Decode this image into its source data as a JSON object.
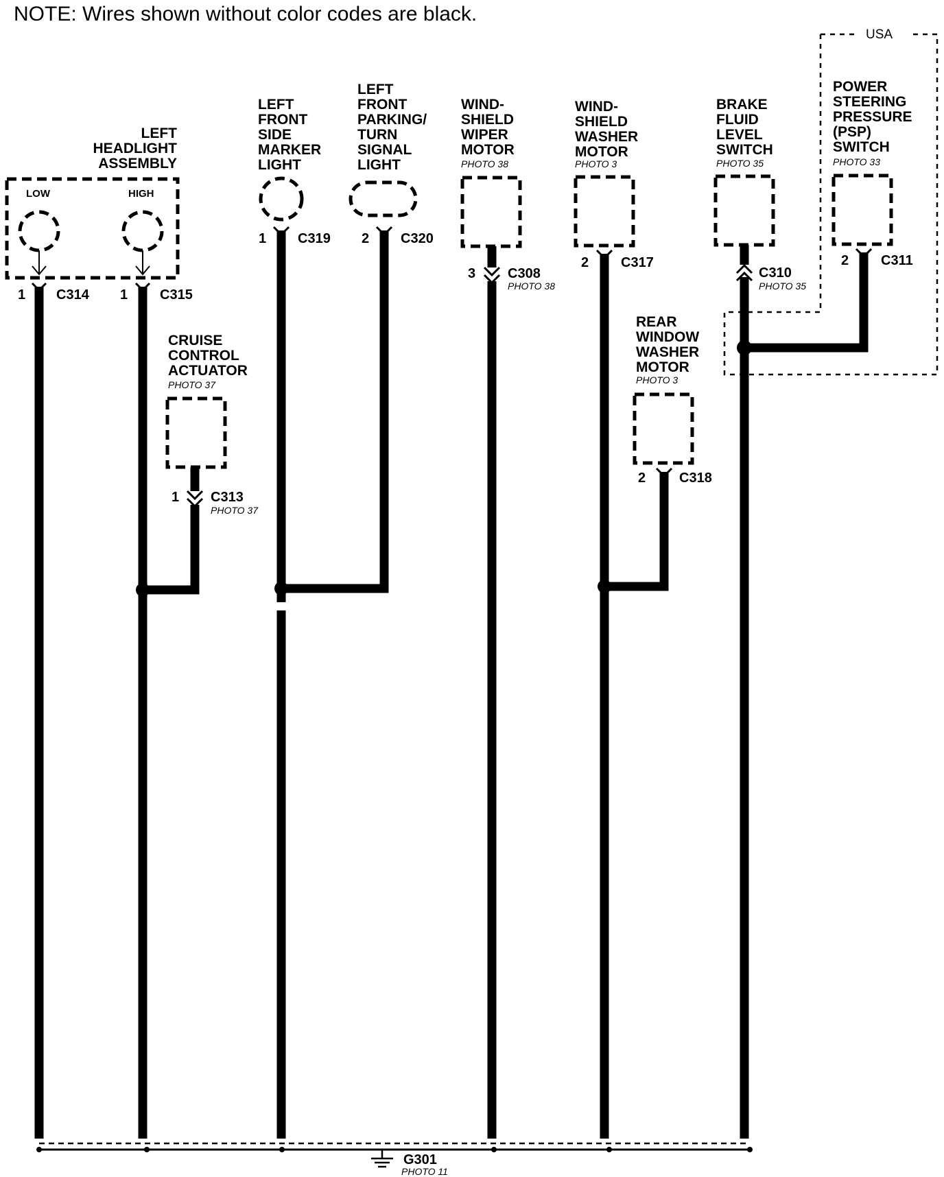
{
  "note": "NOTE: Wires shown without color codes are black.",
  "usa_label": "USA",
  "headlight": {
    "lines": [
      "LEFT",
      "HEADLIGHT",
      "ASSEMBLY"
    ],
    "low": "LOW",
    "high": "HIGH",
    "low_pin": "1",
    "low_connector": "C314",
    "high_pin": "1",
    "high_connector": "C315"
  },
  "cruise": {
    "lines": [
      "CRUISE",
      "CONTROL",
      "ACTUATOR"
    ],
    "photo": "PHOTO 37",
    "pin": "1",
    "connector": "C313",
    "connector_photo": "PHOTO 37"
  },
  "side_marker": {
    "lines": [
      "LEFT",
      "FRONT",
      "SIDE",
      "MARKER",
      "LIGHT"
    ],
    "pin": "1",
    "connector": "C319"
  },
  "parking": {
    "lines": [
      "LEFT",
      "FRONT",
      "PARKING/",
      "TURN",
      "SIGNAL",
      "LIGHT"
    ],
    "pin": "2",
    "connector": "C320"
  },
  "wiper": {
    "lines": [
      "WIND-",
      "SHIELD",
      "WIPER",
      "MOTOR"
    ],
    "photo": "PHOTO 38",
    "pin": "3",
    "connector": "C308",
    "connector_photo": "PHOTO 38"
  },
  "washer": {
    "lines": [
      "WIND-",
      "SHIELD",
      "WASHER",
      "MOTOR"
    ],
    "photo": "PHOTO 3",
    "pin": "2",
    "connector": "C317"
  },
  "rear_washer": {
    "lines": [
      "REAR",
      "WINDOW",
      "WASHER",
      "MOTOR"
    ],
    "photo": "PHOTO 3",
    "pin": "2",
    "connector": "C318"
  },
  "brake": {
    "lines": [
      "BRAKE",
      "FLUID",
      "LEVEL",
      "SWITCH"
    ],
    "photo": "PHOTO 35",
    "connector": "C310",
    "connector_photo": "PHOTO 35"
  },
  "psp": {
    "lines": [
      "POWER",
      "STEERING",
      "PRESSURE",
      "(PSP)",
      "SWITCH"
    ],
    "photo": "PHOTO 33",
    "pin": "2",
    "connector": "C311"
  },
  "ground": {
    "label": "G301",
    "photo": "PHOTO 11"
  }
}
